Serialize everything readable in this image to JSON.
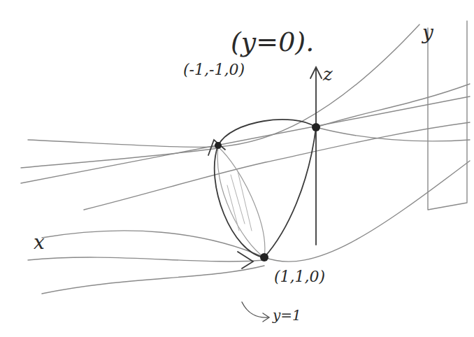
{
  "diagram": {
    "labels": [
      "(y=0).",
      "(-1,-1,0)",
      "z",
      "y",
      "x",
      "(1,1,0)",
      "y=1"
    ]
  }
}
